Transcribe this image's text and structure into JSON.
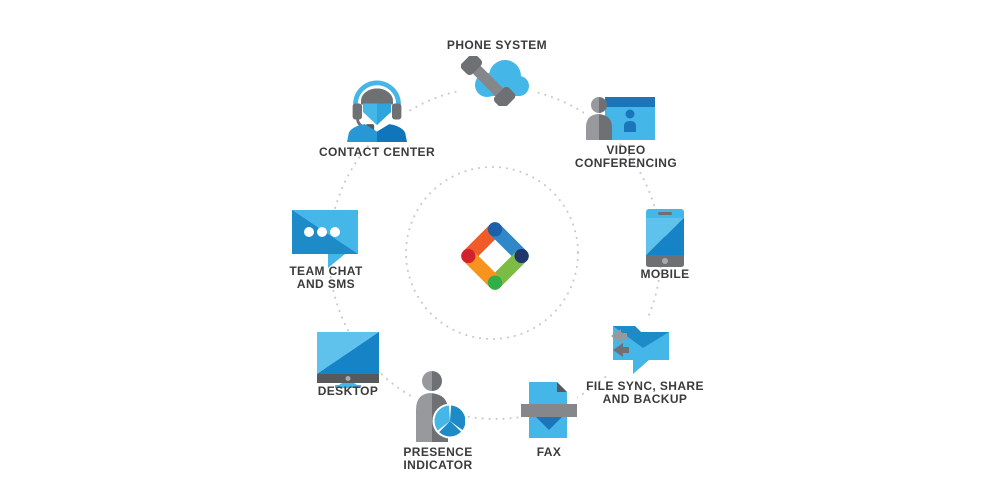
{
  "diagram": {
    "center_logo": {
      "icon": "brand-diamond-logo"
    },
    "items": [
      {
        "id": "phone-system",
        "icon": "cloud-phone-icon",
        "lines": [
          "PHONE SYSTEM"
        ]
      },
      {
        "id": "video-conferencing",
        "icon": "video-conference-icon",
        "lines": [
          "VIDEO",
          "CONFERENCING"
        ]
      },
      {
        "id": "mobile",
        "icon": "smartphone-icon",
        "lines": [
          "MOBILE"
        ]
      },
      {
        "id": "file-sync-share-backup",
        "icon": "file-share-arrows-icon",
        "lines": [
          "FILE SYNC, SHARE",
          "AND BACKUP"
        ]
      },
      {
        "id": "fax",
        "icon": "fax-document-icon",
        "lines": [
          "FAX"
        ]
      },
      {
        "id": "presence-indicator",
        "icon": "person-pie-chart-icon",
        "lines": [
          "PRESENCE",
          "INDICATOR"
        ]
      },
      {
        "id": "desktop",
        "icon": "desktop-monitor-icon",
        "lines": [
          "DESKTOP"
        ]
      },
      {
        "id": "team-chat-and-sms",
        "icon": "chat-bubble-icon",
        "lines": [
          "TEAM CHAT",
          "AND SMS"
        ]
      },
      {
        "id": "contact-center",
        "icon": "headset-agent-icon",
        "lines": [
          "CONTACT CENTER"
        ]
      }
    ],
    "colors": {
      "light_blue": "#45B6E8",
      "mid_blue": "#1E8BC9",
      "dark_blue": "#1B75BB",
      "screen_light": "#5FC2EC",
      "screen_dark": "#1583C6",
      "face_dark": "#2FA3DC",
      "agent_body_light": "#2798D4",
      "agent_body_dark": "#1175BB",
      "gray": "#85878A",
      "gray_light": "#97999C",
      "gray_dark": "#6E7073",
      "charcoal": "#58595B",
      "home_button": "#A7A9AC",
      "dot_gray": "#C7C8CA",
      "text": "#3B3B3D",
      "logo_orange": "#F15B2A",
      "logo_amber": "#F7941E",
      "logo_blue": "#3088C8",
      "logo_green_edge": "#7CBB44",
      "logo_corner_top": "#1D5FA8",
      "logo_corner_right": "#20376B",
      "logo_corner_bottom": "#2FAE49",
      "logo_corner_left": "#D2222D"
    }
  }
}
